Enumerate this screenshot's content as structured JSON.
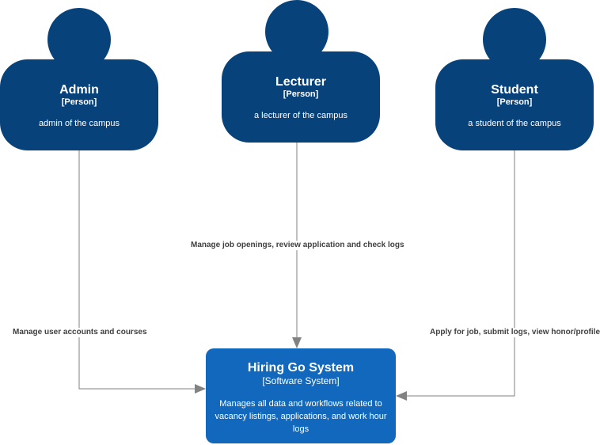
{
  "persons": [
    {
      "id": "admin",
      "name": "Admin",
      "type": "[Person]",
      "description": "admin of the campus"
    },
    {
      "id": "lecturer",
      "name": "Lecturer",
      "type": "[Person]",
      "description": "a lecturer of the campus"
    },
    {
      "id": "student",
      "name": "Student",
      "type": "[Person]",
      "description": "a student of the campus"
    }
  ],
  "system": {
    "name": "Hiring Go System",
    "type": "[Software System]",
    "description": "Manages all data and workflows related to vacancy listings, applications, and work hour logs"
  },
  "relations": [
    {
      "from": "admin",
      "to": "system",
      "label": "Manage user accounts and courses"
    },
    {
      "from": "lecturer",
      "to": "system",
      "label": "Manage job openings, review application and check logs"
    },
    {
      "from": "student",
      "to": "system",
      "label": "Apply for job, submit logs, view honor/profile"
    }
  ],
  "colors": {
    "person": "#08427b",
    "system": "#1168bd",
    "edge": "#828282",
    "text": "#ffffff",
    "edge_label": "#404040"
  }
}
